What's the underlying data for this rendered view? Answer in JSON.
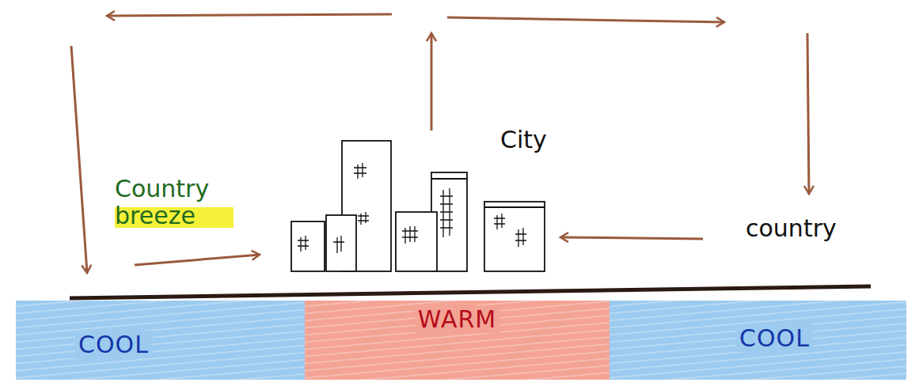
{
  "diagram": {
    "nodes": [
      {
        "text": [
          "COOL"
        ]
      },
      {
        "text": [
          "WARM"
        ]
      },
      {
        "text": [
          "COOL"
        ]
      }
    ],
    "labels": [
      "Country breeze",
      "City",
      "country"
    ]
  }
}
